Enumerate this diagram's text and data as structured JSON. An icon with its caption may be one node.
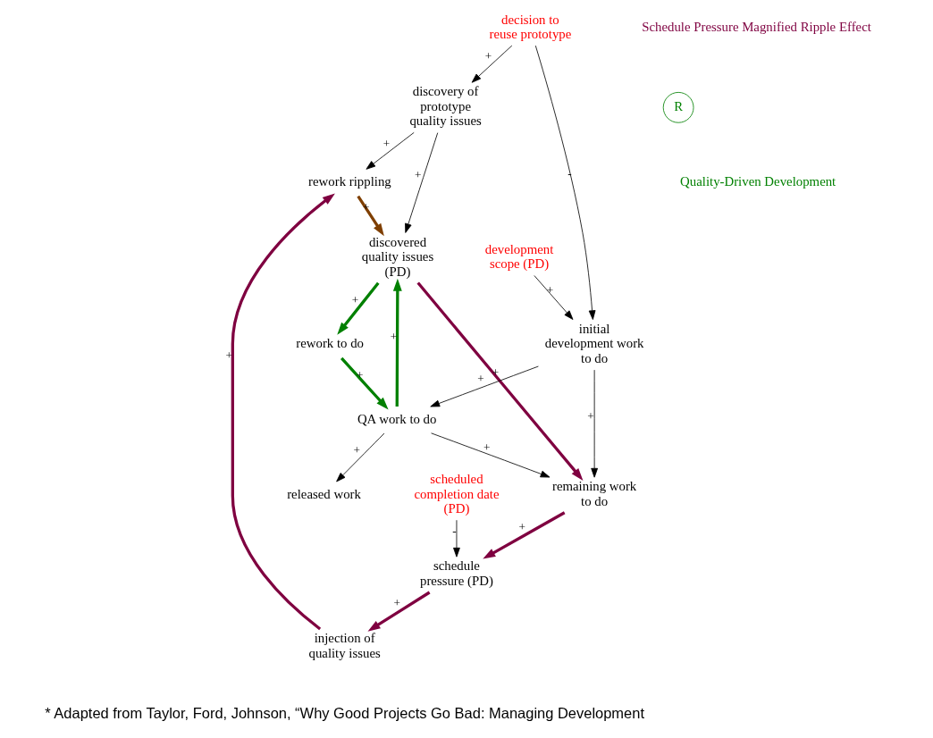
{
  "diagram": {
    "nodes": [
      {
        "text": [
          "discovery of prototype quality issues"
        ]
      },
      {
        "text": [
          "rework rippling"
        ]
      },
      {
        "text": [
          "injection of quality issues"
        ]
      },
      {
        "text": [
          "discovered quality issues (PD)"
        ]
      },
      {
        "text": [
          "schedule pressure (PD)"
        ]
      },
      {
        "text": [
          "decision to reuse prototype"
        ]
      },
      {
        "text": [
          "rework to do"
        ]
      },
      {
        "text": [
          "remaining work to do"
        ]
      },
      {
        "text": [
          "released work"
        ]
      },
      {
        "text": [
          "initial development work to do"
        ]
      },
      {
        "text": [
          "QA work to do"
        ]
      },
      {
        "text": [
          "scheduled completion date (PD)"
        ]
      },
      {
        "text": [
          "development scope (PD)"
        ]
      }
    ],
    "edges": [
      {
        "from": 0,
        "to": 1,
        "arrow": "to",
        "label": "+"
      },
      {
        "from": 0,
        "to": 3,
        "arrow": "to",
        "label": "+"
      },
      {
        "from": 1,
        "to": 3,
        "arrow": "to",
        "label": "+",
        "style": "thick",
        "color": "#7f3f00"
      },
      {
        "from": 2,
        "to": 1,
        "arrow": "to",
        "label": "+",
        "style": "thick",
        "color": "#7f0040"
      },
      {
        "from": 4,
        "to": 2,
        "arrow": "to",
        "label": "+",
        "style": "thick",
        "color": "#7f0040"
      },
      {
        "from": 3,
        "to": 6,
        "arrow": "to",
        "label": "+",
        "style": "thick",
        "color": "#008000"
      },
      {
        "from": 6,
        "to": 10,
        "arrow": "to",
        "label": "+",
        "style": "thick",
        "color": "#008000"
      },
      {
        "from": 10,
        "to": 3,
        "arrow": "to",
        "label": "+",
        "style": "thick",
        "color": "#008000"
      },
      {
        "from": 3,
        "to": 7,
        "arrow": "to",
        "label": "+",
        "style": "thick",
        "color": "#7f0040"
      },
      {
        "from": 7,
        "to": 4,
        "arrow": "to",
        "label": "+",
        "style": "thick",
        "color": "#7f0040"
      },
      {
        "from": 11,
        "to": 4,
        "arrow": "to",
        "label": "-"
      },
      {
        "from": 5,
        "to": 0,
        "arrow": "to",
        "label": "+"
      },
      {
        "from": 5,
        "to": 9,
        "arrow": "to",
        "label": "-"
      },
      {
        "from": 9,
        "to": 10,
        "arrow": "to",
        "label": "+"
      },
      {
        "from": 9,
        "to": 7,
        "arrow": "to",
        "label": "+"
      },
      {
        "from": 10,
        "to": 8,
        "arrow": "to",
        "label": "+"
      },
      {
        "from": 10,
        "to": 7,
        "arrow": "to",
        "label": "+"
      },
      {
        "from": 12,
        "to": 9,
        "arrow": "to",
        "label": "+"
      }
    ],
    "labels": [
      "Schedule Pressure Magnified Ripple Effect",
      "R",
      "Quality-Driven Development",
      "* Adapted from Taylor, Ford, Johnson, “Why Good Projects Go Bad: Managing Development"
    ]
  }
}
